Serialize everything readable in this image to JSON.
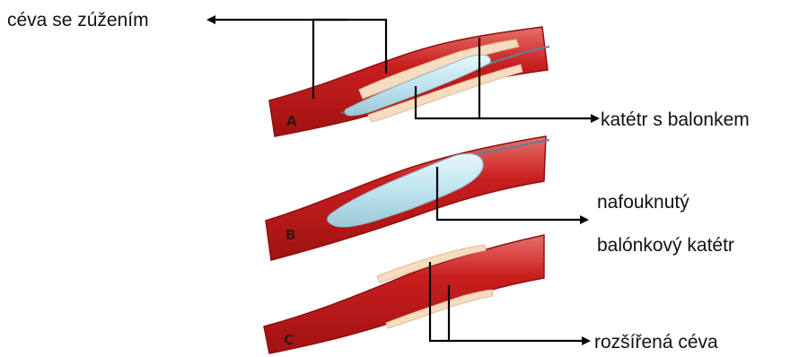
{
  "labels": {
    "narrowed_vessel": "céva se zúžením",
    "balloon_catheter": "katétr s balonkem",
    "inflated_line1": "nafouknutý",
    "inflated_line2": "balónkový katétr",
    "widened_vessel": "rozšířená céva"
  },
  "panels": {
    "a": "A",
    "b": "B",
    "c": "C"
  },
  "colors": {
    "vessel_wall": "#c81e1e",
    "vessel_outline": "#8e1010",
    "plaque": "#f6dcc0",
    "balloon": "#bfe3ee",
    "catheter": "#5b7fa0",
    "leader_line": "#000000"
  }
}
